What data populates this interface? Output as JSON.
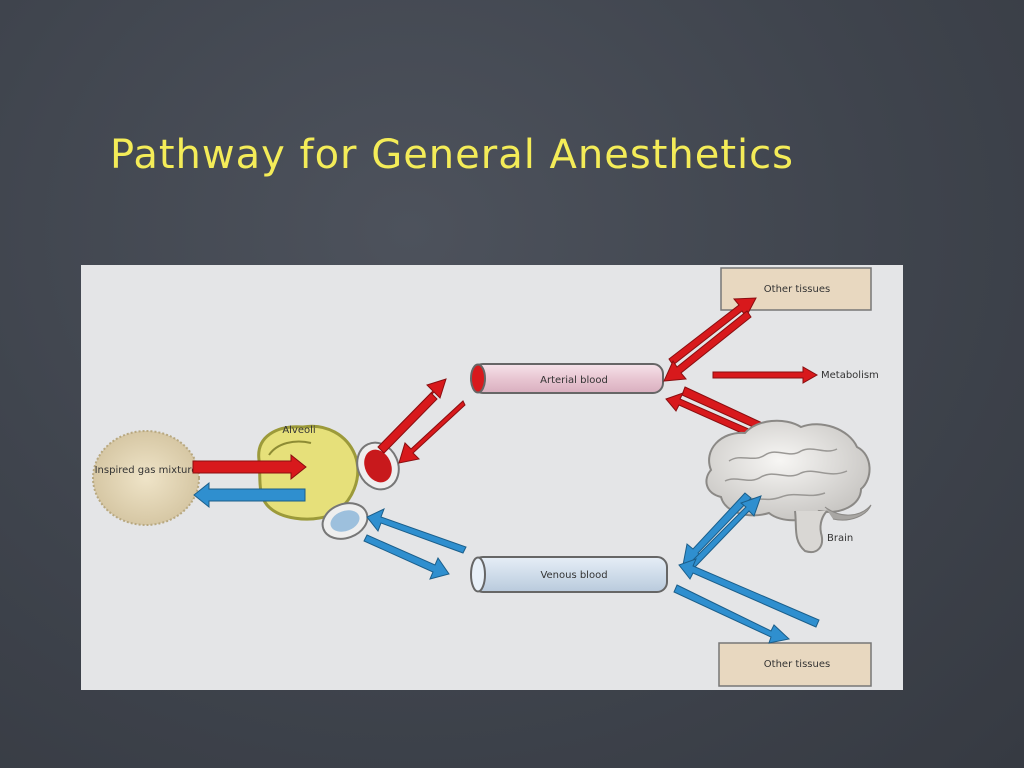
{
  "slide": {
    "title": "Pathway for General Anesthetics"
  },
  "diagram": {
    "inspired_gas": "Inspired gas mixture",
    "alveoli": "Alveoli",
    "arterial_blood": "Arterial blood",
    "venous_blood": "Venous blood",
    "metabolism": "Metabolism",
    "brain": "Brain",
    "other_tissues_top": "Other tissues",
    "other_tissues_bottom": "Other tissues"
  },
  "colors": {
    "title": "#f4ec58",
    "arterial_arrow": "#d8191c",
    "venous_arrow": "#2f8fcf",
    "tissue_box": "#e8d8c0",
    "alveoli_fill": "#e6e07a"
  }
}
